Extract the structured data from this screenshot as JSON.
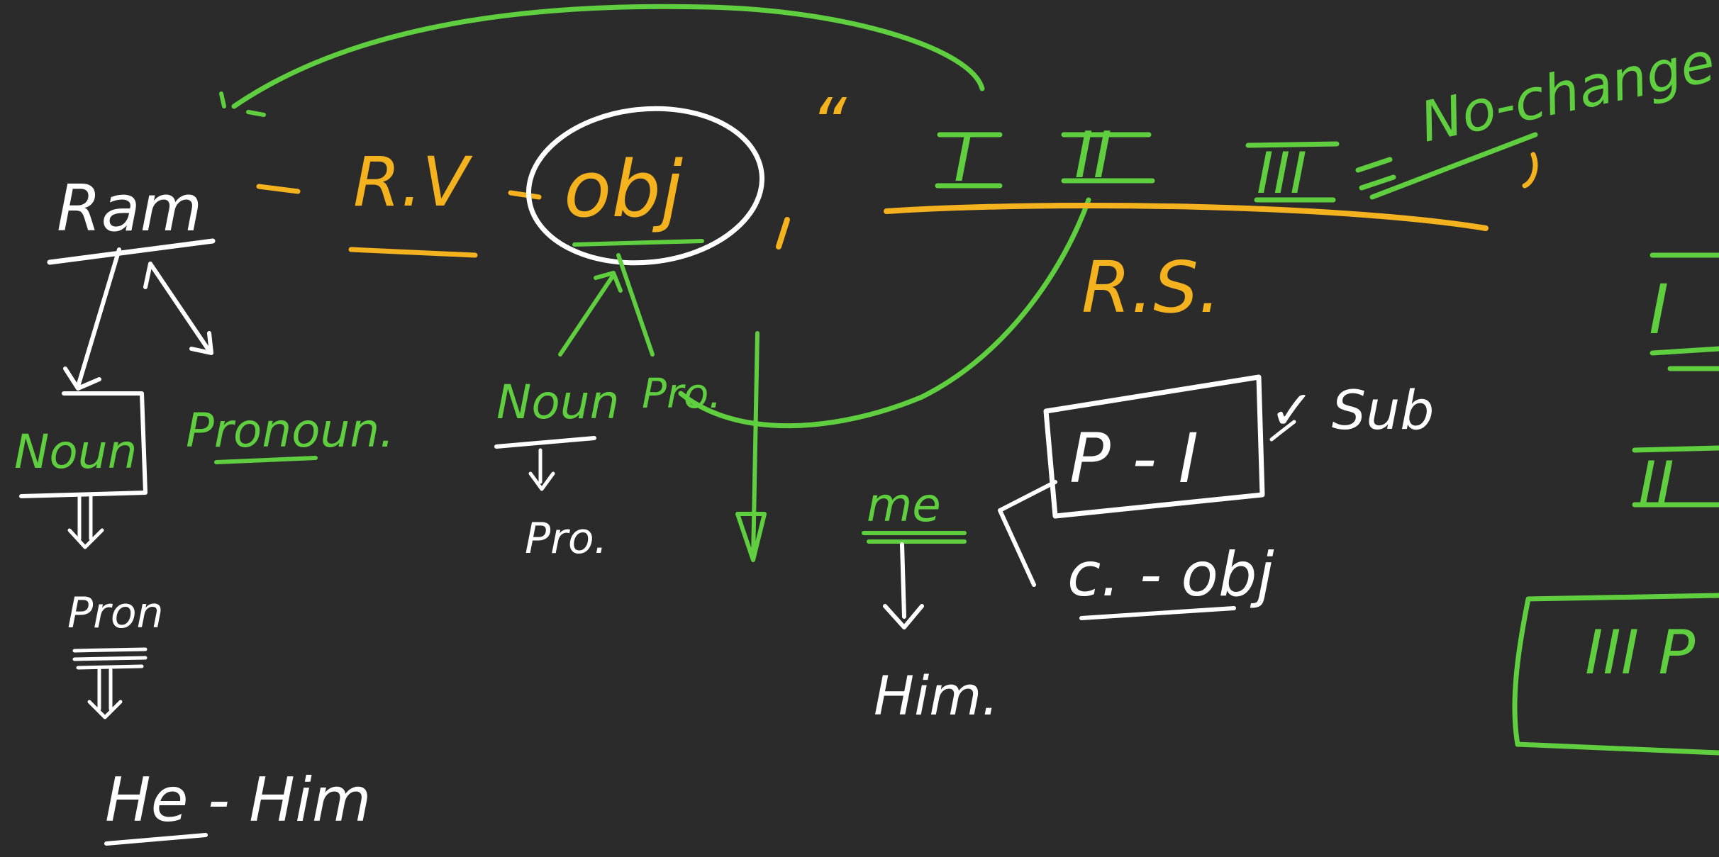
{
  "colors": {
    "background": "#2b2b2b",
    "white": "#ffffff",
    "green": "#5fcf3f",
    "orange": "#f5b21f"
  },
  "board": {
    "subject": {
      "name": "Ram",
      "noun": "Noun",
      "pronoun": "Pronoun.",
      "pron": "Pron",
      "he_him": "He - Him"
    },
    "sentence": {
      "rv": "R.V",
      "obj": "obj",
      "comma": ",",
      "quote_open": "“",
      "quote_mark": "”",
      "quote_close": "”"
    },
    "object_branch": {
      "noun": "Noun",
      "pro_green": "Pro.",
      "pro_white": "Pro."
    },
    "roman": {
      "one": "I",
      "two": "II",
      "three": "III",
      "no_change": "No-change.",
      "rs": "R.S."
    },
    "person_box": {
      "me": "me",
      "him": "Him.",
      "p_one": "P - I",
      "sub": "✓ Sub",
      "c_obj": "c. - obj"
    },
    "right_edge": {
      "one": "I",
      "two": "II",
      "three_p": "III P"
    }
  }
}
